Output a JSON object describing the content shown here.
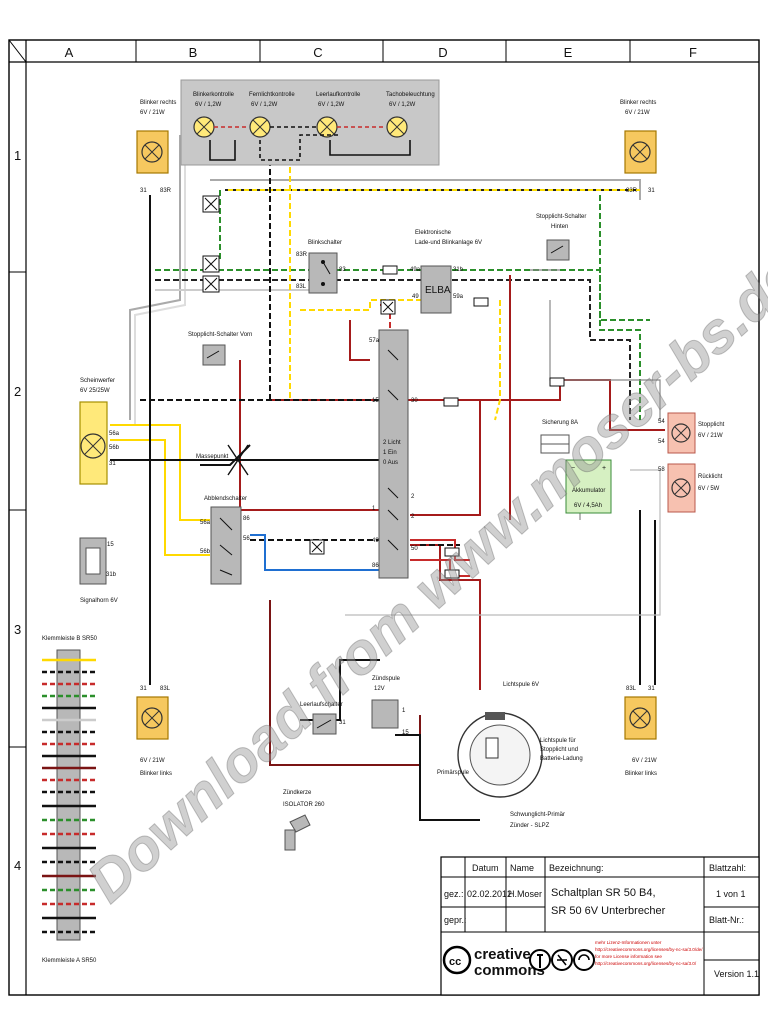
{
  "columns": [
    "A",
    "B",
    "C",
    "D",
    "E",
    "F"
  ],
  "rows": [
    "1",
    "2",
    "3",
    "4"
  ],
  "lamps": {
    "blinker_rechts_left": {
      "name": "Blinker rechts",
      "rating": "6V / 21W",
      "pin_a": "31",
      "pin_b": "83R"
    },
    "blinker_rechts_right": {
      "name": "Blinker rechts",
      "rating": "6V / 21W",
      "pin_a": "83R",
      "pin_b": "31"
    },
    "blinker_links_left": {
      "name": "Blinker links",
      "rating": "6V / 21W",
      "pin_a": "31",
      "pin_b": "83L"
    },
    "blinker_links_right": {
      "name": "Blinker links",
      "rating": "6V / 21W",
      "pin_a": "83L",
      "pin_b": "31"
    },
    "blinkerkontrolle": {
      "name": "Blinkerkontrolle",
      "rating": "6V / 1,2W"
    },
    "fernlichtkontrolle": {
      "name": "Fernlichtkontrolle",
      "rating": "6V / 1,2W"
    },
    "leerlaufkontrolle": {
      "name": "Leerlaufkontrolle",
      "rating": "6V / 1,2W"
    },
    "tachobeleuchtung": {
      "name": "Tachobeleuchtung",
      "rating": "6V / 1,2W"
    },
    "scheinwerfer": {
      "name": "Scheinwerfer",
      "rating": "6V 25/25W",
      "pins": [
        "56a",
        "56b",
        "31"
      ]
    },
    "stopplicht": {
      "name": "Stopplicht",
      "rating": "6V / 21W",
      "pins": [
        "54",
        "54"
      ]
    },
    "ruecklicht": {
      "name": "Rücklicht",
      "rating": "6V / 5W",
      "pin": "58"
    }
  },
  "components": {
    "blinkschalter": {
      "name": "Blinkschalter",
      "pins": [
        "83R",
        "83",
        "83L"
      ]
    },
    "elba": {
      "title1": "Elektronische",
      "title2": "Lade-und Blinkanlage 6V",
      "label": "ELBA",
      "pins": [
        "49a",
        "31b",
        "49",
        "59a"
      ]
    },
    "stopplicht_hinten": {
      "line1": "Stopplicht-Schalter",
      "line2": "Hinten"
    },
    "stopplicht_vorn": {
      "name": "Stopplicht-Schalter Vorn"
    },
    "masse": {
      "name": "Massepunkt"
    },
    "abblendschalter": {
      "name": "Abblendschalter",
      "pins": [
        "56a",
        "56b",
        "56",
        "86"
      ]
    },
    "signalhorn": {
      "name": "Signalhorn 6V",
      "pins": [
        "15",
        "31b"
      ]
    },
    "zuendschloss": {
      "pins": [
        "57a",
        "15",
        "30",
        "2",
        "1",
        "2",
        "49",
        "50",
        "86"
      ],
      "pos_lines": [
        "2 Licht",
        "1 Ein",
        "0 Aus"
      ]
    },
    "sicherung": {
      "name": "Sicherung 8A"
    },
    "akku": {
      "name": "Akkumulator",
      "rating": "6V / 4,5Ah",
      "minus": "−",
      "plus": "+"
    },
    "leerlauf": {
      "name": "Leerlaufschalter",
      "pin": "31"
    },
    "zuendspule": {
      "line1": "Zündspule",
      "line2": "12V",
      "pins": [
        "1",
        "15"
      ]
    },
    "zuendkerze": {
      "line1": "Zündkerze",
      "line2": "ISOLATOR 260"
    },
    "lichtspule": {
      "top": "Lichtspule 6V",
      "side1": "Lichtspule für",
      "side2": "Stopplicht und",
      "side3": "Batterie-Ladung",
      "prim": "Primärspule",
      "bottom1": "Schwunglicht-Primär",
      "bottom2": "Zünder - SLPZ"
    },
    "klemmleiste_b": {
      "name": "Klemmleiste B SR50"
    },
    "klemmleiste_a": {
      "name": "Klemmleiste A SR50"
    }
  },
  "title_block": {
    "col_datum": "Datum",
    "col_name": "Name",
    "col_bez": "Bezeichnung:",
    "col_blatt": "Blattzahl:",
    "gez": "gez.:",
    "gez_date": "02.02.2012",
    "gez_name": "H.Moser",
    "title1": "Schaltplan SR 50 B4,",
    "title2": "SR 50 6V Unterbrecher",
    "blatt_val": "1 von 1",
    "blatt_nr": "Blatt-Nr.:",
    "gepr": "gepr.:",
    "version": "Version 1.1",
    "cc1": "creative",
    "cc2": "commons",
    "lic1": "mehr Lizenz-Informationen unter",
    "lic2": "http://creativecommons.org/licenses/by-nc-sa/3.0/de/",
    "lic3": "for more License information see",
    "lic4": "http://creativecommons.org/licenses/by-nc-sa/3.0/"
  },
  "watermark": {
    "main": "Download from www.moser-bs.de"
  },
  "colors": {
    "yellow_lamp": "#ffe97a",
    "orange_lamp": "#f6c85f",
    "grey_panel": "#c8c8c8",
    "green_box": "#d6f0c2",
    "red_box": "#f7c1b0",
    "switch_grey": "#b8b8b8"
  }
}
